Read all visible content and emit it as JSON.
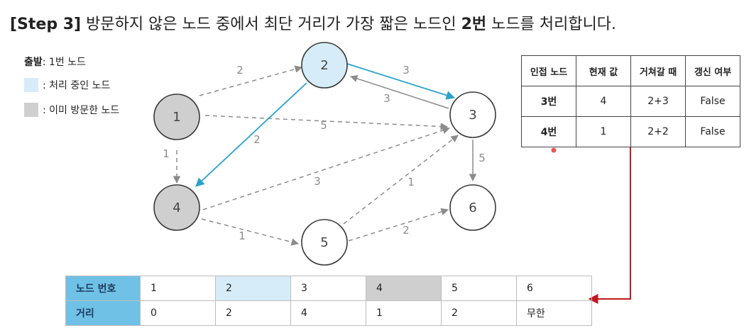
{
  "title": {
    "step": "[Step 3]",
    "text_before": " 방문하지 않은 노드 중에서 최단 거리가 가장 짧은 노드인 ",
    "node_bold": "2번",
    "text_after": " 노드를 처리합니다."
  },
  "legend": {
    "start_label": "출발",
    "start_value": ": 1번 노드",
    "processing": ": 처리 중인 노드",
    "visited": ": 이미 방문한 노드"
  },
  "colors": {
    "processing": "#d6ecf8",
    "visited": "#cfcfcf",
    "active_edge": "#29a3cc",
    "header_blue": "#6fc1e6",
    "pointer_arrow": "#c0181e"
  },
  "graph": {
    "nodes": [
      {
        "id": "1",
        "state": "visited"
      },
      {
        "id": "2",
        "state": "processing"
      },
      {
        "id": "3",
        "state": "normal"
      },
      {
        "id": "4",
        "state": "visited"
      },
      {
        "id": "5",
        "state": "normal"
      },
      {
        "id": "6",
        "state": "normal"
      }
    ],
    "edges": [
      {
        "from": "1",
        "to": "2",
        "weight": "2",
        "style": "dashed"
      },
      {
        "from": "1",
        "to": "3",
        "weight": "5",
        "style": "dashed"
      },
      {
        "from": "1",
        "to": "4",
        "weight": "1",
        "style": "dashed"
      },
      {
        "from": "2",
        "to": "3",
        "weight": "3",
        "style": "active"
      },
      {
        "from": "3",
        "to": "2",
        "weight": "3",
        "style": "solid"
      },
      {
        "from": "2",
        "to": "4",
        "weight": "2",
        "style": "active"
      },
      {
        "from": "3",
        "to": "6",
        "weight": "5",
        "style": "solid"
      },
      {
        "from": "4",
        "to": "3",
        "weight": "3",
        "style": "dashed"
      },
      {
        "from": "4",
        "to": "5",
        "weight": "1",
        "style": "dashed"
      },
      {
        "from": "5",
        "to": "3",
        "weight": "1",
        "style": "dashed"
      },
      {
        "from": "5",
        "to": "6",
        "weight": "2",
        "style": "dashed"
      }
    ]
  },
  "adjacency_table": {
    "headers": [
      "인접 노드",
      "현재 값",
      "거쳐갈 때",
      "갱신 여부"
    ],
    "rows": [
      [
        "3번",
        "4",
        "2+3",
        "False"
      ],
      [
        "4번",
        "1",
        "2+2",
        "False"
      ]
    ]
  },
  "distance_table": {
    "row_labels": [
      "노드 번호",
      "거리"
    ],
    "nodes": [
      "1",
      "2",
      "3",
      "4",
      "5",
      "6"
    ],
    "distances": [
      "0",
      "2",
      "4",
      "1",
      "2",
      "무한"
    ]
  }
}
